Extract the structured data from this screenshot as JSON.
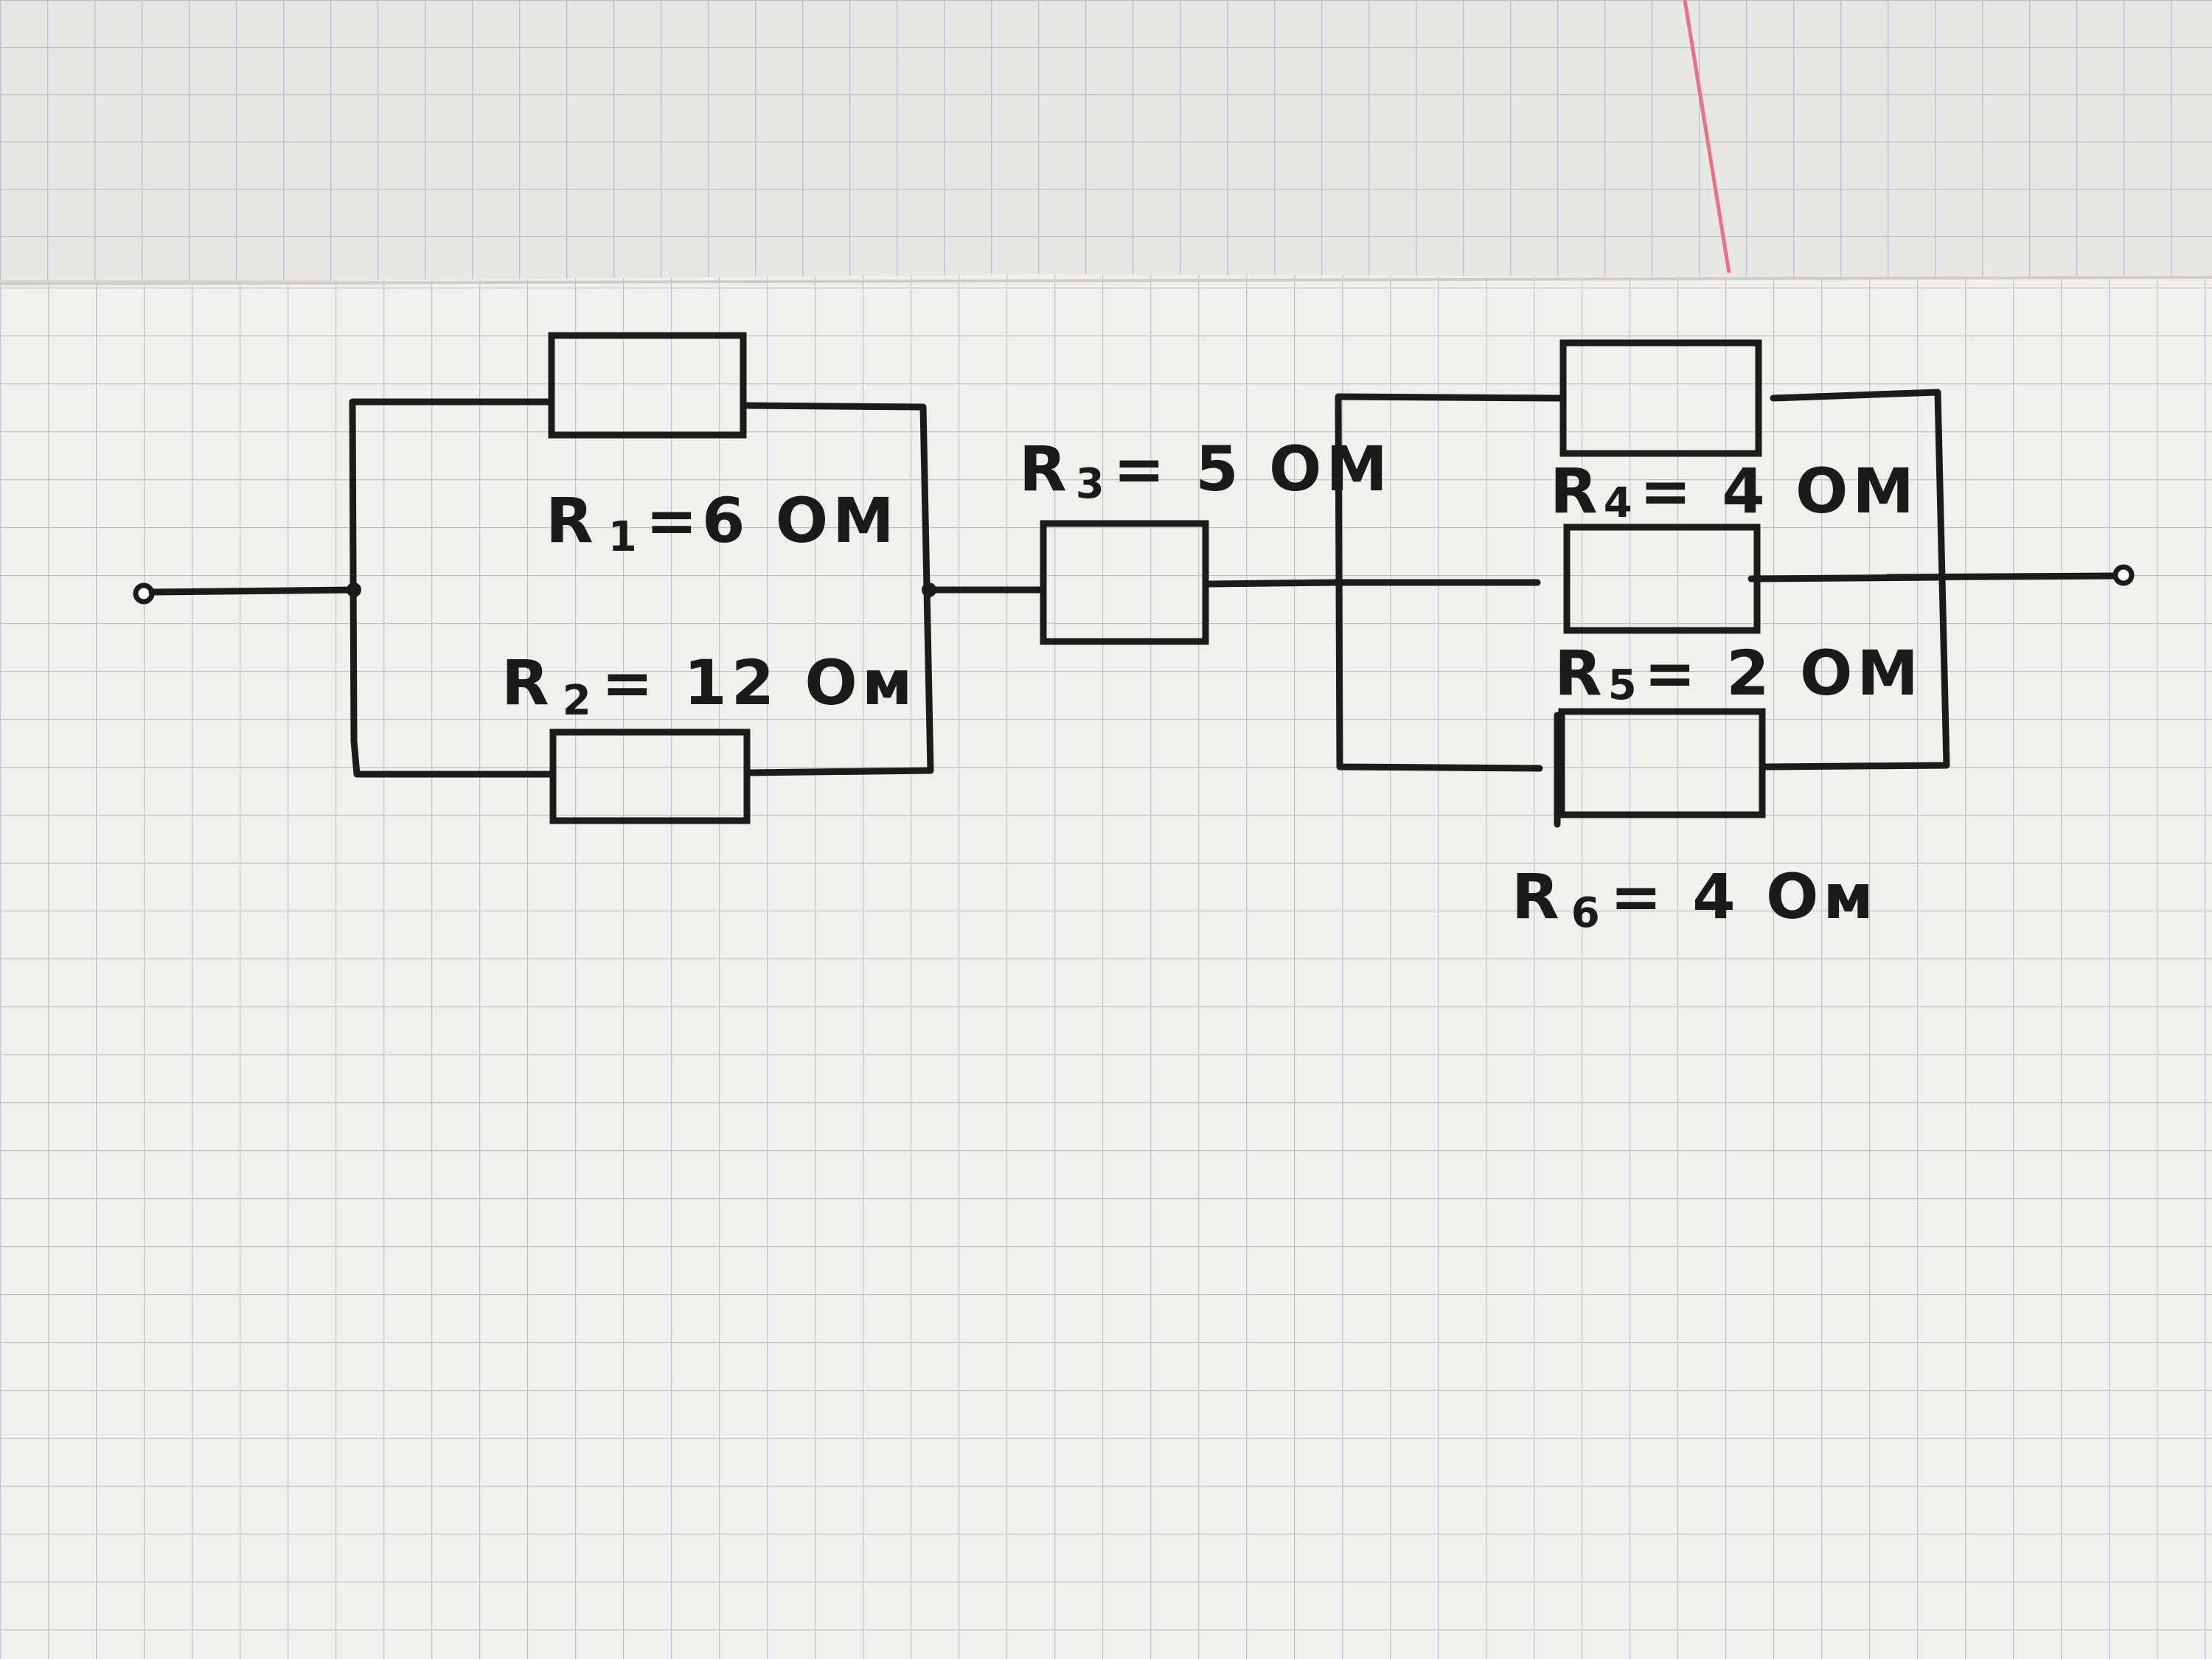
{
  "diagram": {
    "labels": {
      "r1": {
        "letter": "R",
        "sub": "1",
        "value": "=6 OM"
      },
      "r2": {
        "letter": "R",
        "sub": "2",
        "value": "= 12 Ом"
      },
      "r3": {
        "letter": "R",
        "sub": "3",
        "value": "= 5 OM"
      },
      "r4": {
        "letter": "R",
        "sub": "4",
        "value": "= 4 OM"
      },
      "r5": {
        "letter": "R",
        "sub": "5",
        "value": "= 2 OM"
      },
      "r6": {
        "letter": "R",
        "sub": "6",
        "value": "= 4 Ом"
      }
    }
  },
  "colors": {
    "ink": "#1b1b1b",
    "paper": "#f2f1ee",
    "grid": "#b9c2cc",
    "margin_line": "#e8718a"
  }
}
